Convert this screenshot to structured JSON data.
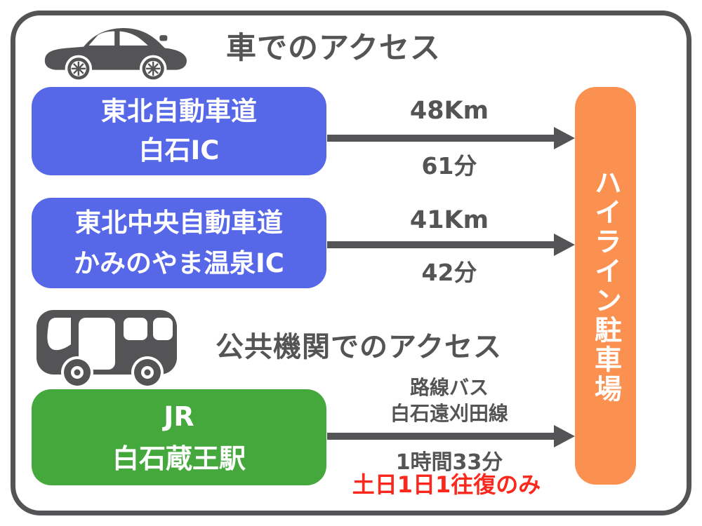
{
  "sections": {
    "car": {
      "title": "車でのアクセス",
      "icon": "car-icon"
    },
    "public": {
      "title": "公共機関でのアクセス",
      "icon": "bus-icon"
    }
  },
  "routes": [
    {
      "origin_line1": "東北自動車道",
      "origin_line2": "白石IC",
      "distance": "48Km",
      "duration": "61分"
    },
    {
      "origin_line1": "東北中央自動車道",
      "origin_line2": "かみのやま温泉IC",
      "distance": "41Km",
      "duration": "42分"
    },
    {
      "origin_line1": "JR",
      "origin_line2": "白石蔵王駅",
      "via_line1": "路線バス",
      "via_line2": "白石遠刈田線",
      "duration": "1時間33分",
      "note": "土日1日1往復のみ"
    }
  ],
  "destination": {
    "label": "ハイライン駐車場"
  },
  "colors": {
    "ink": "#545456",
    "highway_box": "#5667e8",
    "station_box": "#44a83c",
    "destination_box": "#fb9150",
    "note_red": "#fa281d"
  }
}
